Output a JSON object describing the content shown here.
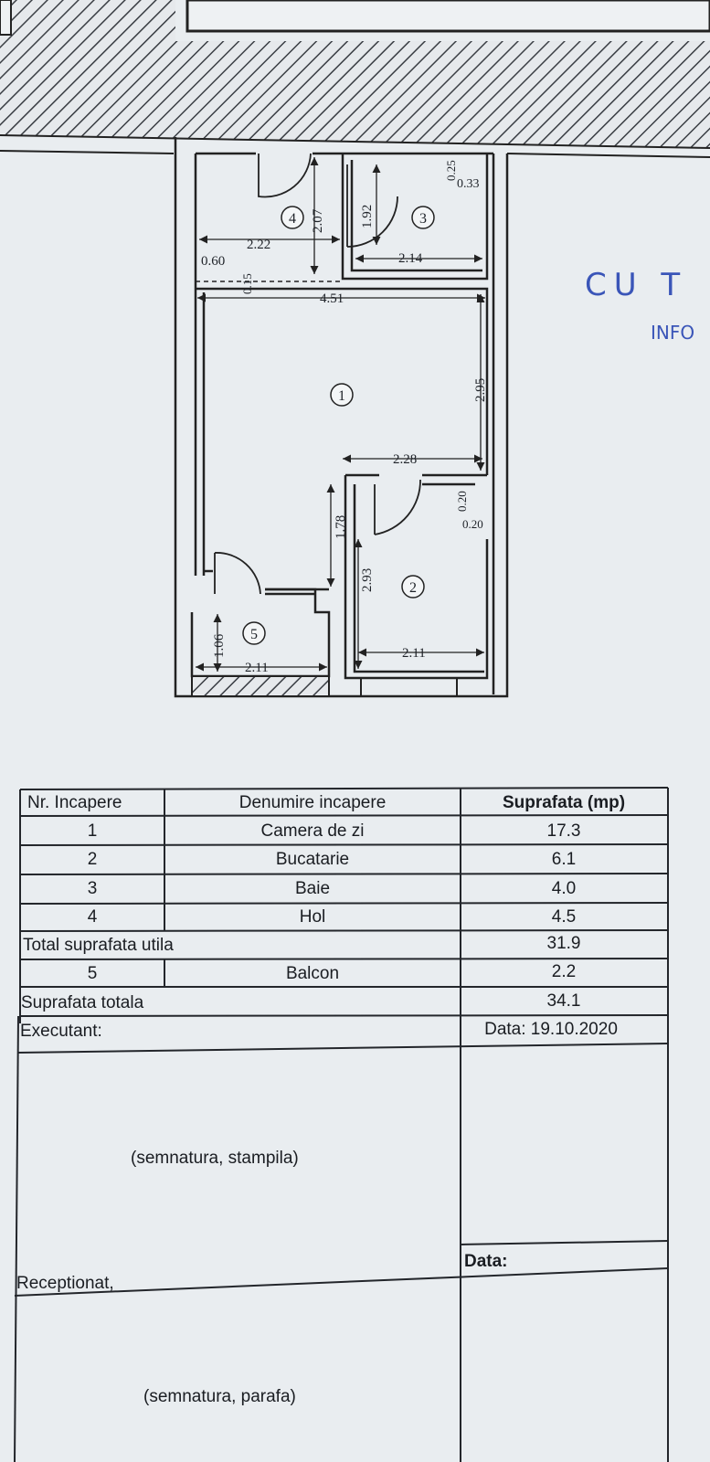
{
  "plan": {
    "rooms": [
      "1",
      "2",
      "3",
      "4",
      "5"
    ],
    "dims": {
      "d222": "2.22",
      "d060": "0.60",
      "d015": "0.15",
      "d207": "2.07",
      "d192": "1.92",
      "d025": "0.25",
      "d033": "0.33",
      "d214": "2.14",
      "d451": "4.51",
      "d295": "2.95",
      "d228": "2.28",
      "d020a": "0.20",
      "d020b": "0.20",
      "d178": "1.78",
      "d293": "2.93",
      "d106": "1.06",
      "d211a": "2.11",
      "d211b": "2.11"
    },
    "handwriting": [
      "CU T",
      "INFO"
    ]
  },
  "table": {
    "headers": [
      "Nr. Incapere",
      "Denumire incapere",
      "Suprafata (mp)"
    ],
    "rows": [
      {
        "nr": "1",
        "name": "Camera de zi",
        "area": "17.3"
      },
      {
        "nr": "2",
        "name": "Bucatarie",
        "area": "6.1"
      },
      {
        "nr": "3",
        "name": "Baie",
        "area": "4.0"
      },
      {
        "nr": "4",
        "name": "Hol",
        "area": "4.5"
      }
    ],
    "total_util_label": "Total suprafata utila",
    "total_util_value": "31.9",
    "balcon": {
      "nr": "5",
      "name": "Balcon",
      "area": "2.2"
    },
    "total_label": "Suprafata totala",
    "total_value": "34.1",
    "executant_label": "Executant:",
    "date_value": "Data: 19.10.2020",
    "sign1": "(semnatura, stampila)",
    "data_label": "Data:",
    "receptionat_label": "Receptionat,",
    "sign2": "(semnatura, parafa)"
  }
}
